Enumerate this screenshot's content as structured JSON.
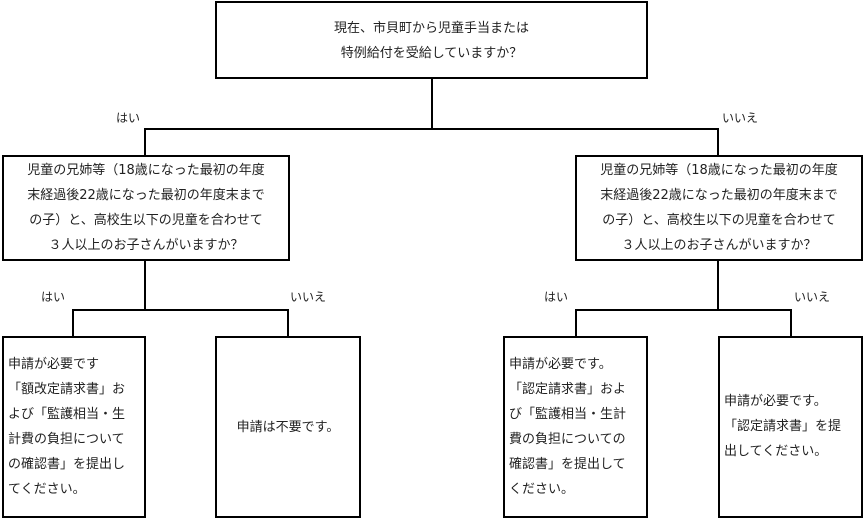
{
  "root": {
    "lines": [
      "現在、市貝町から児童手当または",
      "特例給付を受給していますか？"
    ]
  },
  "branch_labels": {
    "root_yes": "はい",
    "root_no": "いいえ",
    "left_yes": "はい",
    "left_no": "いいえ",
    "right_yes": "はい",
    "right_no": "いいえ"
  },
  "question_left": {
    "lines": [
      "児童の兄姉等（18歳になった最初の年度",
      "末経過後22歳になった最初の年度末まで",
      "の子）と、高校生以下の児童を合わせて",
      "３人以上のお子さんがいますか？"
    ]
  },
  "question_right": {
    "lines": [
      "児童の兄姉等（18歳になった最初の年度",
      "末経過後22歳になった最初の年度末まで",
      "の子）と、高校生以下の児童を合わせて",
      "３人以上のお子さんがいますか？"
    ]
  },
  "result_ll": {
    "lines": [
      "申請が必要です",
      "「額改定請求書」お",
      "よび「監護相当・生",
      "計費の負担について",
      "の確認書」を提出し",
      "てください。"
    ]
  },
  "result_lr": {
    "lines": [
      "申請は不要です。"
    ]
  },
  "result_rl": {
    "lines": [
      "申請が必要です。",
      "「認定請求書」およ",
      "び「監護相当・生計",
      "費の負担についての",
      "確認書」を提出して",
      "ください。"
    ]
  },
  "result_rr": {
    "lines": [
      "申請が必要です。",
      "「認定請求書」を提",
      "出してください。"
    ]
  }
}
